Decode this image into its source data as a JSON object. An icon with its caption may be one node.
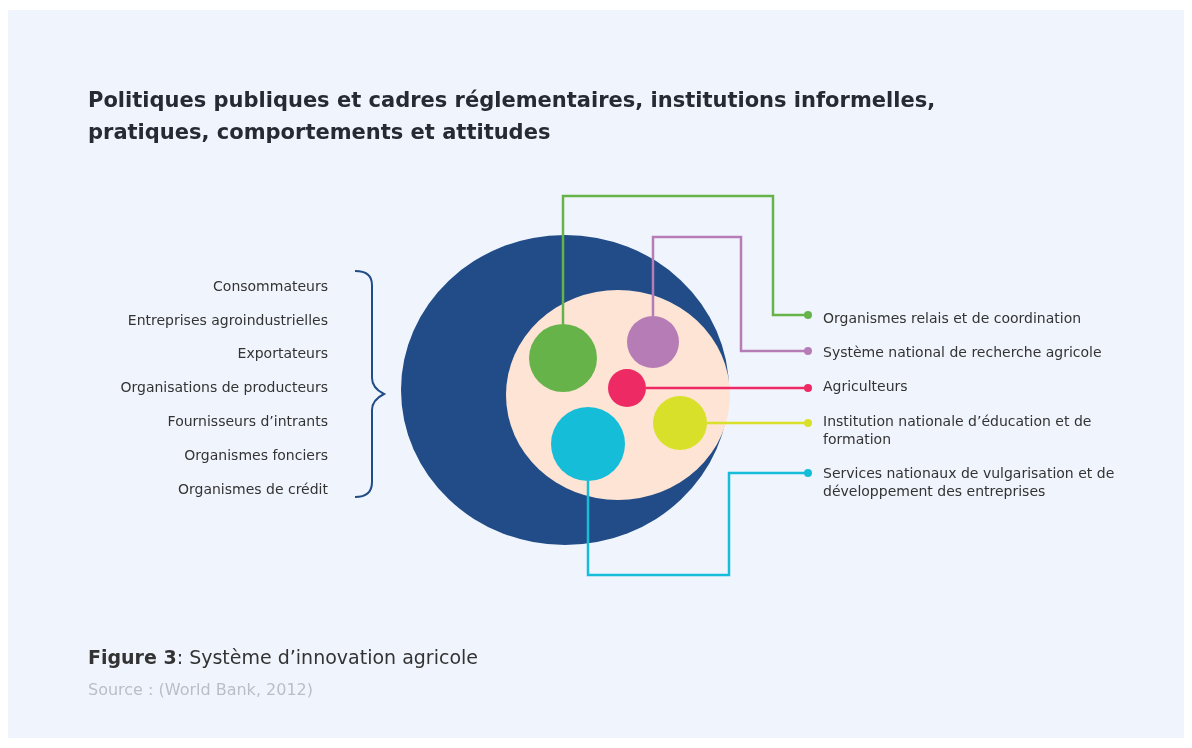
{
  "diagram": {
    "title": "Politiques publiques et cadres réglementaires, institutions informelles, pratiques, comportements et attitudes",
    "caption": "**Figure 3**: Système d’innovation agricole",
    "nodes": [
      {
        "text": [],
        "shape": "circle"
      },
      {
        "text": [],
        "shape": "circle",
        "in": 0
      },
      {
        "text": [],
        "shape": "circle",
        "in": 1
      },
      {
        "text": [],
        "shape": "circle",
        "in": 1
      },
      {
        "text": [],
        "shape": "circle",
        "in": 1
      },
      {
        "text": [],
        "shape": "circle",
        "in": 1
      },
      {
        "text": [],
        "shape": "circle",
        "in": 1
      },
      {
        "text": [
          "Organismes relais et de coordination"
        ]
      },
      {
        "text": [
          "Système national de recherche agricole"
        ]
      },
      {
        "text": [
          "Agriculteurs"
        ]
      },
      {
        "text": [
          "Institution nationale d’éducation et de formation"
        ]
      },
      {
        "text": [
          "Services nationaux de vulgarisation et de développement des entreprises"
        ]
      }
    ],
    "edges": [
      {
        "from": 2,
        "to": 7,
        "arrow": "other",
        "color": "#66b34a"
      },
      {
        "from": 3,
        "to": 8,
        "arrow": "other",
        "color": "#b57cb5"
      },
      {
        "from": 4,
        "to": 9,
        "arrow": "other",
        "color": "#ee2a64"
      },
      {
        "from": 5,
        "to": 10,
        "arrow": "other",
        "color": "#d9e02a"
      },
      {
        "from": 6,
        "to": 11,
        "arrow": "other",
        "color": "#15bdd9"
      }
    ],
    "labels": [
      "Consommateurs",
      "Entreprises agroindustrielles",
      "Exportateurs",
      "Organisations de producteurs",
      "Fournisseurs d’intrants",
      "Organismes fonciers",
      "Organismes de crédit",
      "Source : (World Bank, 2012)"
    ]
  }
}
